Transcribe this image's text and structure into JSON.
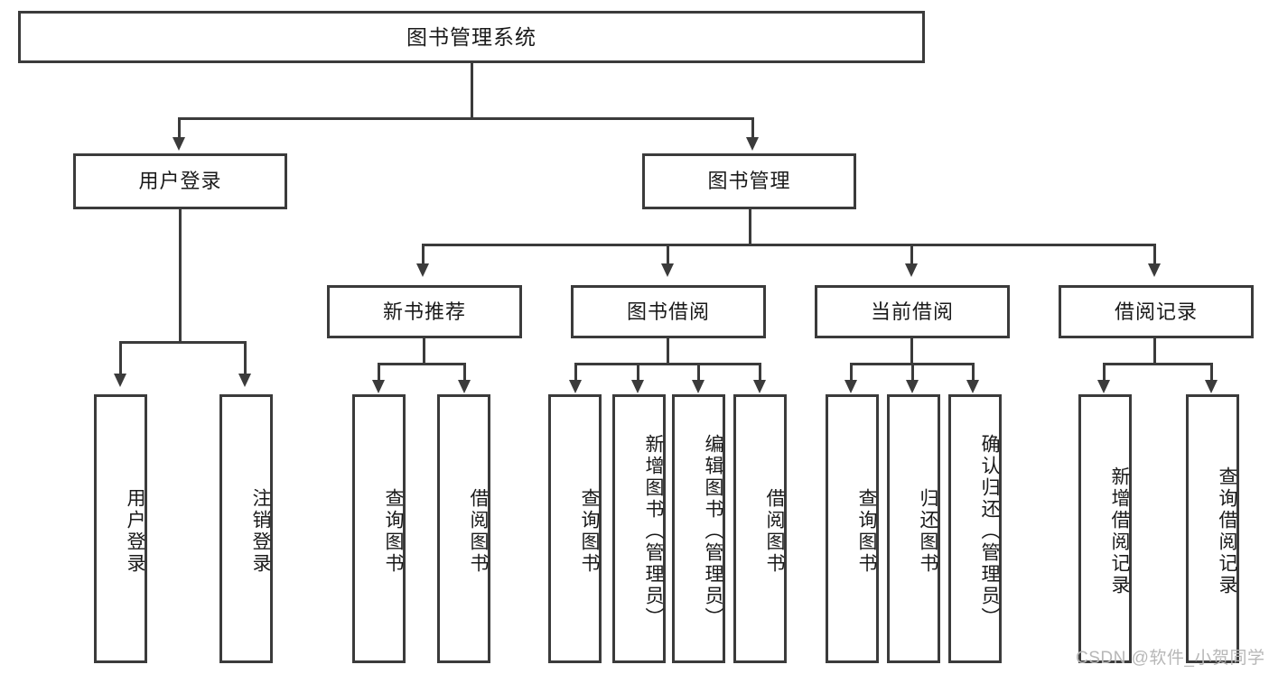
{
  "diagram": {
    "type": "tree",
    "title": "图书管理系统",
    "orientation": "top-down",
    "root": {
      "label": "图书管理系统",
      "level": 0
    },
    "level2": [
      {
        "label": "用户登录"
      },
      {
        "label": "图书管理"
      }
    ],
    "level3": [
      {
        "label": "新书推荐"
      },
      {
        "label": "图书借阅"
      },
      {
        "label": "当前借阅"
      },
      {
        "label": "借阅记录"
      }
    ],
    "leaves_user_login": [
      {
        "label": "用户登录"
      },
      {
        "label": "注销登录"
      }
    ],
    "leaves_new_book": [
      {
        "label": "查询图书"
      },
      {
        "label": "借阅图书"
      }
    ],
    "leaves_borrow": [
      {
        "label": "查询图书"
      },
      {
        "label": "新增图书（管理员）"
      },
      {
        "label": "编辑图书（管理员）"
      },
      {
        "label": "借阅图书"
      }
    ],
    "leaves_current": [
      {
        "label": "查询图书"
      },
      {
        "label": "归还图书"
      },
      {
        "label": "确认归还（管理员）"
      }
    ],
    "leaves_records": [
      {
        "label": "新增借阅记录"
      },
      {
        "label": "查询借阅记录"
      }
    ]
  },
  "watermark": {
    "text": "CSDN @软件_小贺同学"
  },
  "colors": {
    "stroke": "#3b3b3b",
    "fill": "#ffffff",
    "text": "#1a1a1a",
    "watermark": "#b7b7b7"
  }
}
